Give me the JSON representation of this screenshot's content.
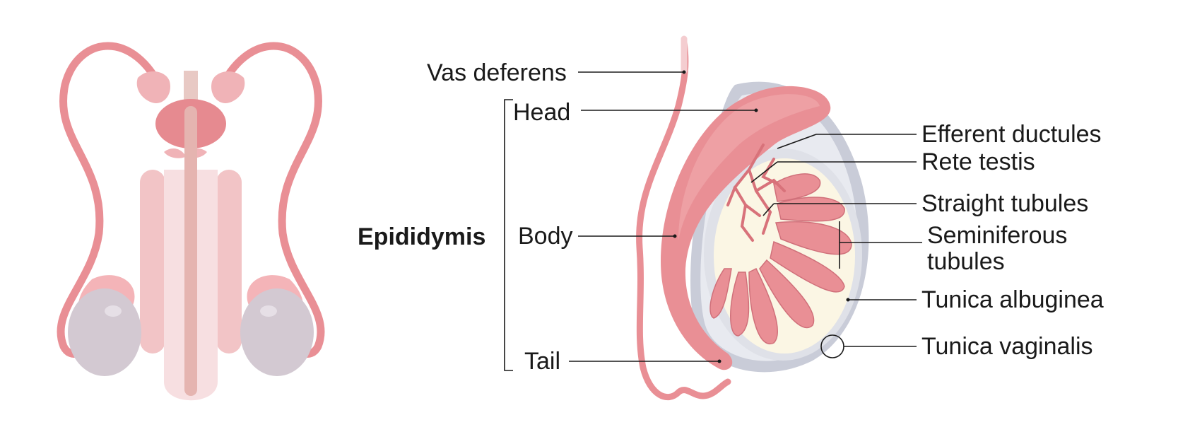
{
  "labels": {
    "vas_deferens": "Vas deferens",
    "head": "Head",
    "epididymis": "Epididymis",
    "body": "Body",
    "tail": "Tail",
    "efferent_ductules": "Efferent ductules",
    "rete_testis": "Rete testis",
    "straight_tubules": "Straight tubules",
    "seminiferous_line1": "Seminiferous",
    "seminiferous_line2": "tubules",
    "tunica_albuginea": "Tunica albuginea",
    "tunica_vaginalis": "Tunica vaginalis"
  },
  "colors": {
    "duct_pink": "#e98f95",
    "duct_pink_dark": "#d8727a",
    "light_pink": "#f4cdd0",
    "pale_pink": "#f7dfe1",
    "testis_grey": "#d3c9d2",
    "tunica_vaginalis": "#c9ccd8",
    "tunica_albuginea_fill": "#fbf6e4",
    "line_color": "#1a1a1a"
  }
}
